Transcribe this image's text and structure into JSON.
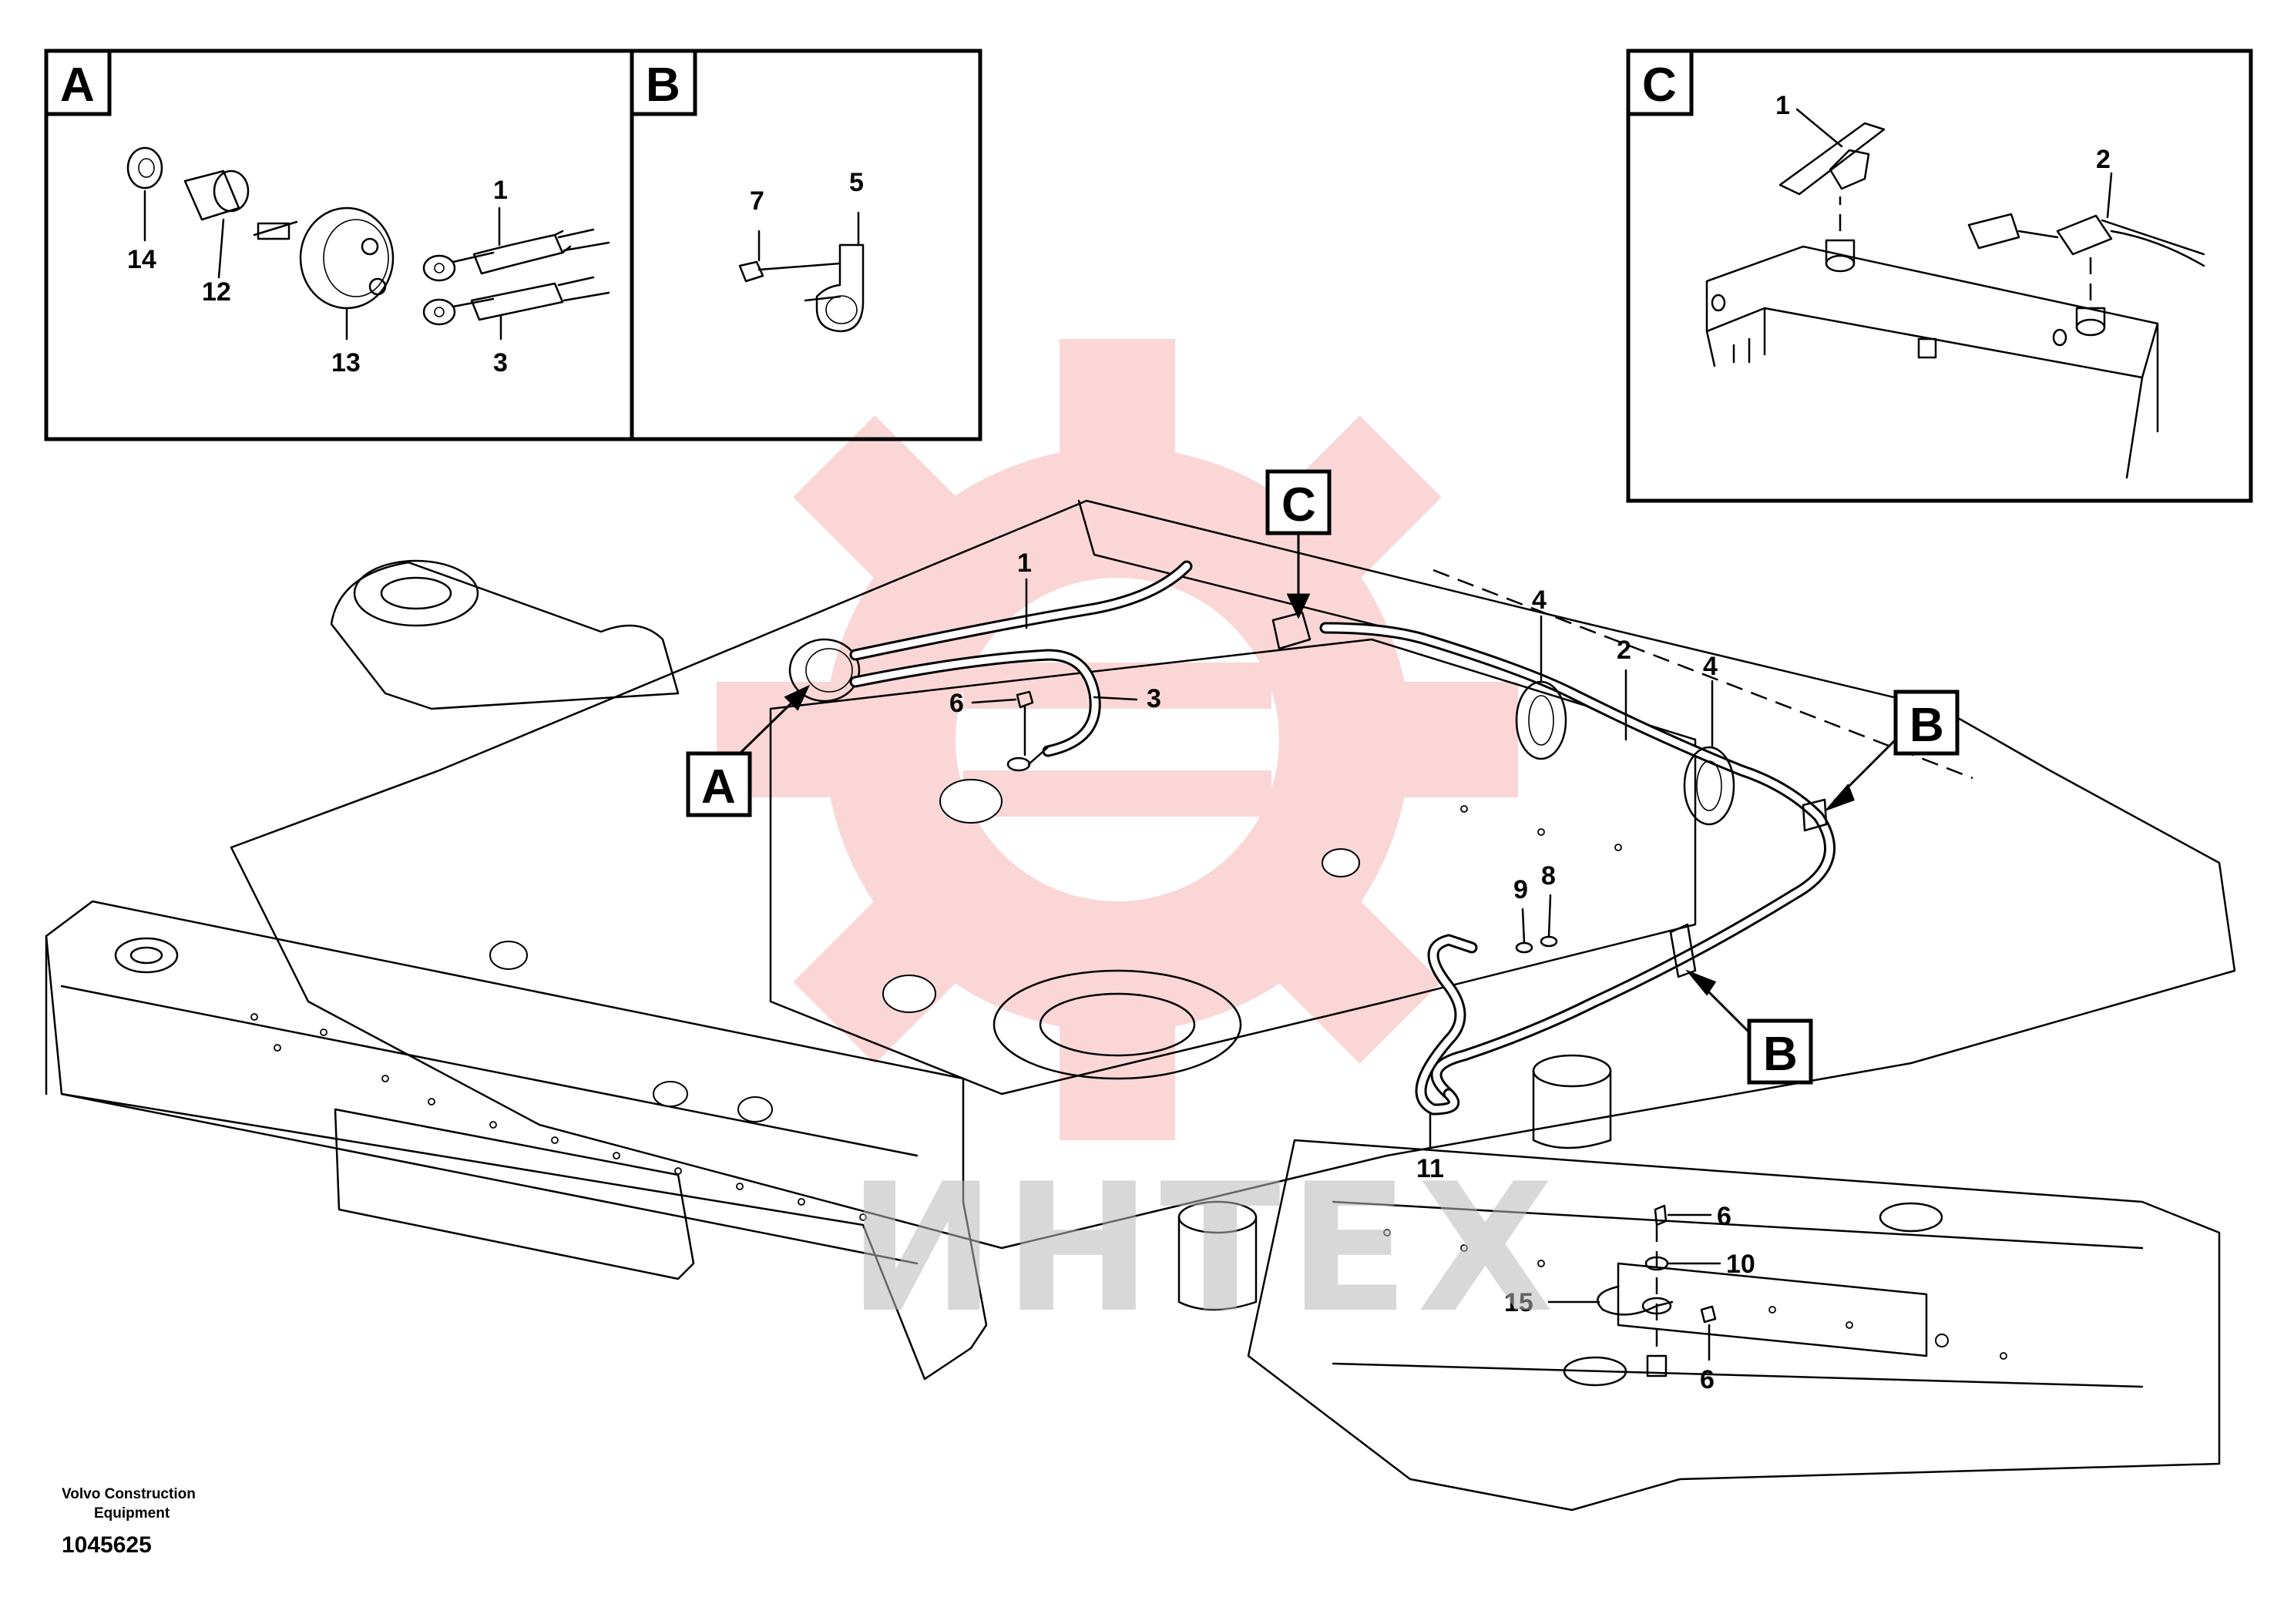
{
  "colors": {
    "ink": "#000000",
    "watermark_gear": "#f08a8a",
    "watermark_text": "#b8b8b8"
  },
  "detail_views": [
    {
      "letter": "A",
      "callouts": [
        "1",
        "14",
        "12",
        "13",
        "3"
      ]
    },
    {
      "letter": "B",
      "callouts": [
        "7",
        "5"
      ]
    },
    {
      "letter": "C",
      "callouts": [
        "1",
        "2"
      ]
    }
  ],
  "main_view": {
    "view_flags": [
      "C",
      "A",
      "B",
      "B"
    ],
    "callouts": [
      "1",
      "3",
      "6",
      "4",
      "2",
      "4",
      "9",
      "8",
      "11",
      "6",
      "10",
      "15",
      "6"
    ]
  },
  "watermark": {
    "text": "ИНТЕХ"
  },
  "footer": {
    "maker_line1": "Volvo Construction",
    "maker_line2": "Equipment",
    "doc_number": "1045625"
  }
}
